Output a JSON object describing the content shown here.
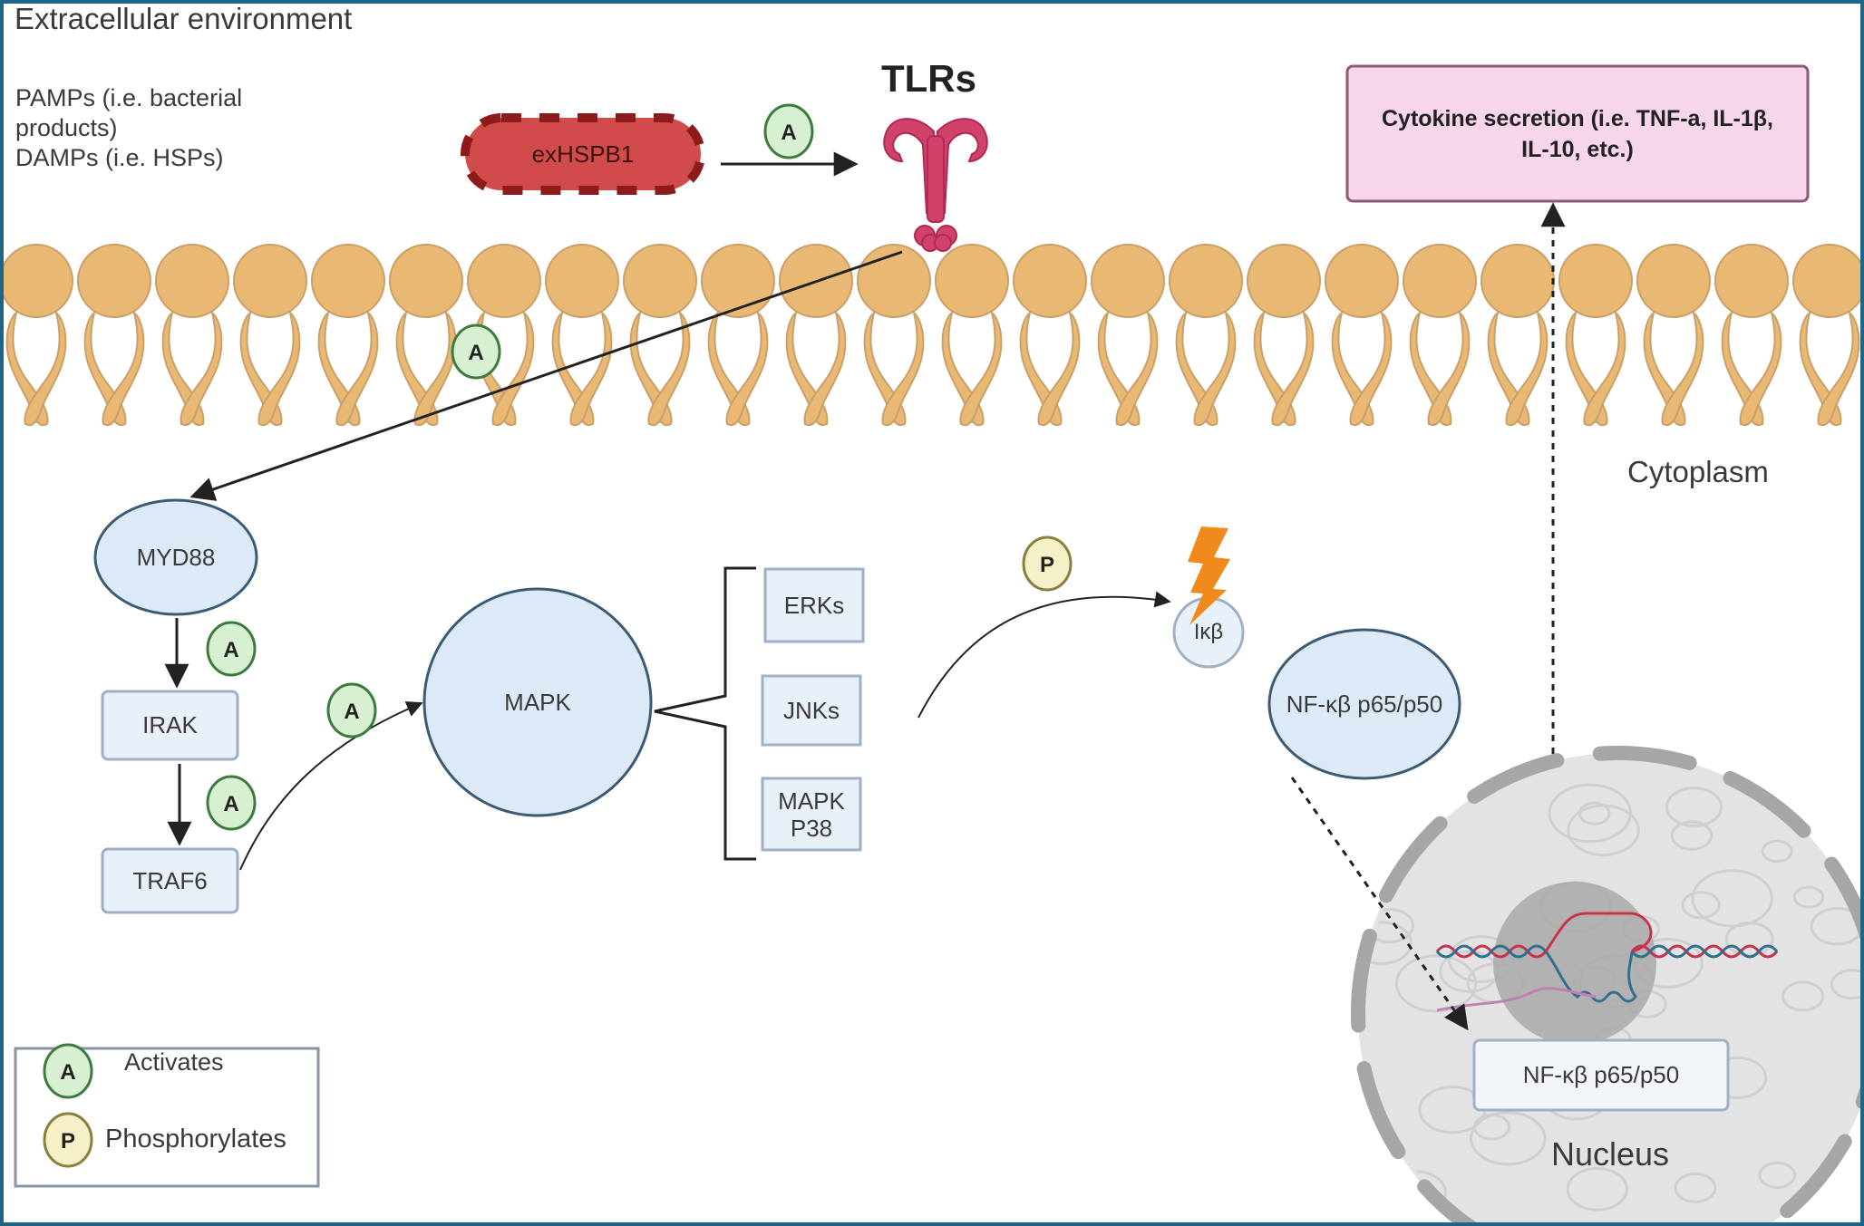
{
  "regions": {
    "extracellular": "Extracellular environment",
    "cytoplasm": "Cytoplasm",
    "nucleus": "Nucleus"
  },
  "ligands_note": {
    "pamps": "PAMPs (i.e. bacterial products)",
    "damps": "DAMPs (i.e. HSPs)"
  },
  "nodes": {
    "exhspb1": "exHSPB1",
    "tlrs": "TLRs",
    "cytokine": "Cytokine secretion (i.e. TNF-a, IL-1β, IL-10, etc.)",
    "myd88": "MYD88",
    "irak": "IRAK",
    "traf6": "TRAF6",
    "mapk": "MAPK",
    "erks": "ERKs",
    "jnks": "JNKs",
    "mapk_p38": "MAPK P38",
    "ikb": "Iκβ",
    "nfkb_cyto": "NF-κβ p65/p50",
    "nfkb_nuc": "NF-κβ p65/p50"
  },
  "badges": {
    "activates_symbol": "A",
    "phosphorylates_symbol": "P"
  },
  "legend": {
    "items": [
      {
        "symbol": "A",
        "label": "Activates"
      },
      {
        "symbol": "P",
        "label": "Phosphorylates"
      }
    ]
  },
  "colors": {
    "frame": "#1f6587",
    "lipid": "#e9b873",
    "lipid_stroke": "#c9a06a",
    "node_fill": "#dceaf7",
    "node_stroke": "#3d5a73",
    "box_fill": "#e8f0fa",
    "box_stroke": "#9fb0c6",
    "activate_fill": "#d8f0d2",
    "activate_stroke": "#3d7a3d",
    "phos_fill": "#f6f0c9",
    "phos_stroke": "#8a7f3e",
    "exhspb1_fill": "#d24b4b",
    "exhspb1_stroke": "#8e1b1b",
    "tlr": "#d1426b",
    "cytokine_fill": "#f7d6ec",
    "cytokine_stroke": "#8a5a78",
    "lightning": "#f08a1c",
    "nucleus_fill": "#e3e3e3",
    "nucleus_env": "#a6a6a6",
    "dna_red": "#c8324a",
    "dna_blue": "#2f6f8f"
  }
}
